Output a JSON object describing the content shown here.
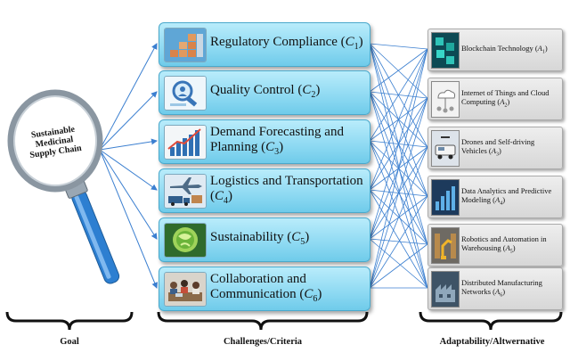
{
  "goal": {
    "lines": [
      "Sustainable",
      "Medicinal",
      "Supply Chain"
    ],
    "caption": "Goal"
  },
  "criteria": {
    "caption": "Challenges/Criteria",
    "items": [
      {
        "label": "Regulatory Compliance (",
        "symbol": "C",
        "sub": "1",
        "close": ")",
        "icon": "compliance-blocks-icon"
      },
      {
        "label": "Quality Control (",
        "symbol": "C",
        "sub": "2",
        "close": ")",
        "icon": "quality-magnifier-icon"
      },
      {
        "label": "Demand Forecasting and Planning (",
        "symbol": "C",
        "sub": "3",
        "close": ")",
        "icon": "forecast-chart-icon"
      },
      {
        "label": "Logistics and Transportation (",
        "symbol": "C",
        "sub": "4",
        "close": ")",
        "icon": "logistics-plane-icon"
      },
      {
        "label": "Sustainability (",
        "symbol": "C",
        "sub": "5",
        "close": ")",
        "icon": "sustainability-globe-icon"
      },
      {
        "label": "Collaboration and Communication (",
        "symbol": "C",
        "sub": "6",
        "close": ")",
        "icon": "collaboration-meeting-icon"
      }
    ]
  },
  "alternatives": {
    "caption": "Adaptability/Altwernative",
    "items": [
      {
        "label": "Blockchain Technology (",
        "symbol": "A",
        "sub": "1",
        "close": ")",
        "icon": "blockchain-icon"
      },
      {
        "label": "Internet of Things and Cloud Computing (",
        "symbol": "A",
        "sub": "2",
        "close": ")",
        "icon": "iot-cloud-icon"
      },
      {
        "label": "Drones and Self-driving Vehicles (",
        "symbol": "A",
        "sub": "3",
        "close": ")",
        "icon": "drone-vehicle-icon"
      },
      {
        "label": "Data Analytics and Predictive Modeling (",
        "symbol": "A",
        "sub": "4",
        "close": ")",
        "icon": "data-analytics-icon"
      },
      {
        "label": "Robotics and Automation in Warehousing (",
        "symbol": "A",
        "sub": "5",
        "close": ")",
        "icon": "robotics-warehouse-icon"
      },
      {
        "label": "Distributed Manufacturing Networks (",
        "symbol": "A",
        "sub": "6",
        "close": ")",
        "icon": "manufacturing-network-icon"
      }
    ]
  },
  "colors": {
    "arrow": "#3b7fd0",
    "criteria_fill": "#8dd9f2",
    "alternative_fill": "#d9d9d9",
    "magnifier_handle": "#2d7fd1"
  }
}
